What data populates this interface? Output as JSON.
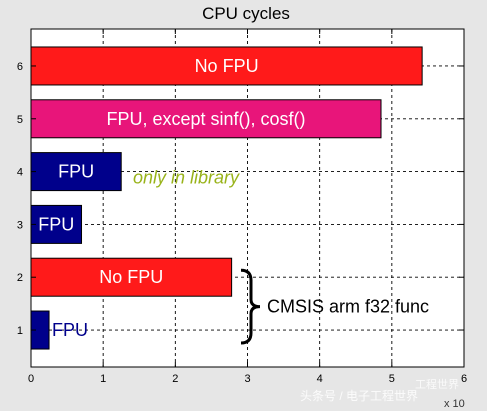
{
  "chart_data": {
    "type": "bar",
    "orientation": "horizontal",
    "title": "CPU cycles",
    "xlabel": "",
    "ylabel": "",
    "xlim": [
      0,
      6
    ],
    "ylim": [
      0.3,
      6.7
    ],
    "x_exponent": "x 10",
    "x_ticks": [
      0,
      1,
      2,
      3,
      4,
      5,
      6
    ],
    "y_ticks": [
      1,
      2,
      3,
      4,
      5,
      6
    ],
    "grid": true,
    "bars": [
      {
        "y": 1,
        "value": 0.25,
        "color": "#00008b",
        "label": "FPU",
        "label_color": "#00008b",
        "label_position": "outside"
      },
      {
        "y": 2,
        "value": 2.78,
        "color": "#ff1a1a",
        "label": "No FPU",
        "label_color": "#ffffff",
        "label_position": "inside"
      },
      {
        "y": 3,
        "value": 0.7,
        "color": "#00008b",
        "label": "FPU",
        "label_color": "#ffffff",
        "label_position": "inside"
      },
      {
        "y": 4,
        "value": 1.25,
        "color": "#00008b",
        "label": "FPU",
        "label_color": "#ffffff",
        "label_position": "inside"
      },
      {
        "y": 5,
        "value": 4.85,
        "color": "#e8157a",
        "label": "FPU, except sinf(), cosf()",
        "label_color": "#ffffff",
        "label_position": "inside"
      },
      {
        "y": 6,
        "value": 5.42,
        "color": "#ff1a1a",
        "label": "No FPU",
        "label_color": "#ffffff",
        "label_position": "inside"
      }
    ],
    "annotations": [
      {
        "text": "only in library",
        "color": "#99b31a",
        "style": "italic"
      },
      {
        "text": "CMSIS arm f32 func",
        "color": "#000000",
        "style": "normal"
      }
    ]
  },
  "watermark": {
    "text": "头条号 / 电子工程世界",
    "text2": "工程世界"
  }
}
